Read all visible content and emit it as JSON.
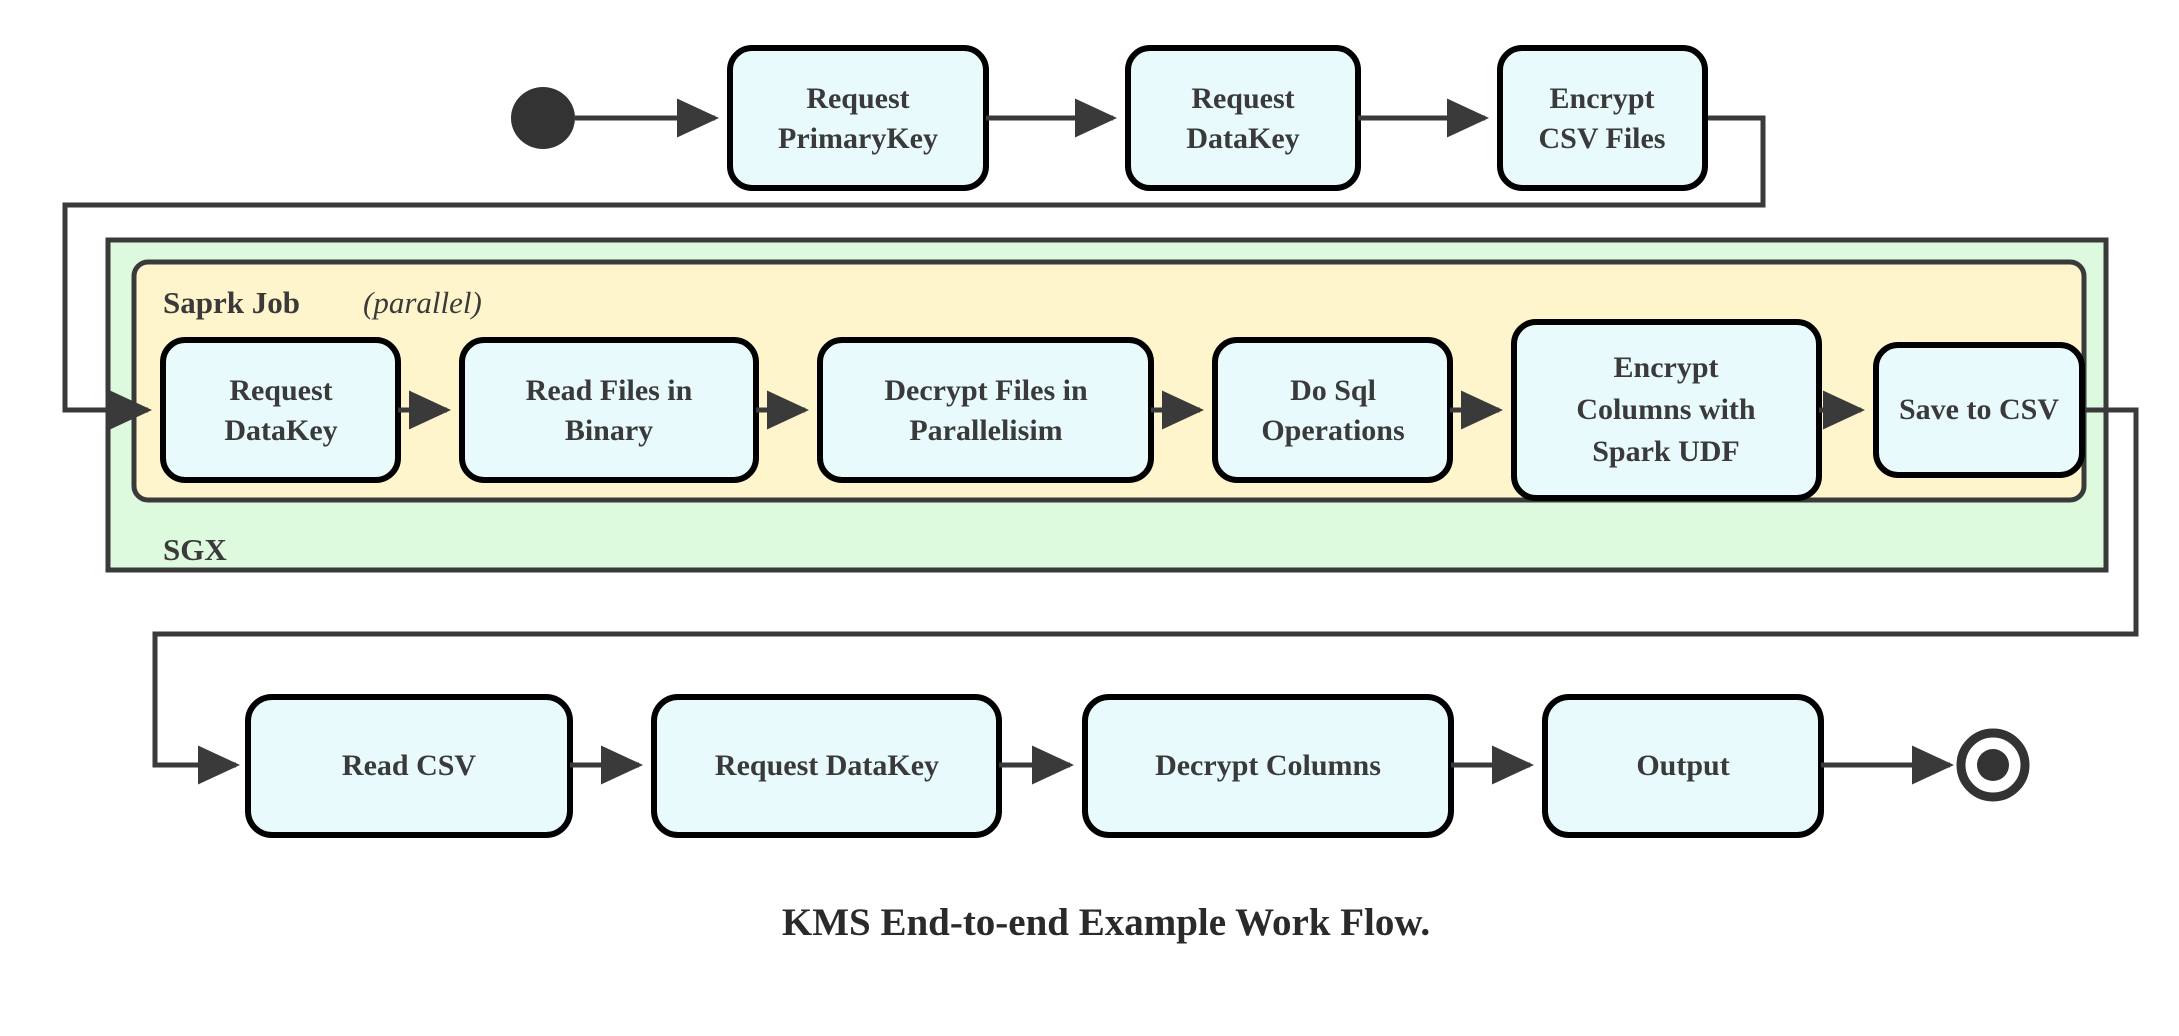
{
  "diagram": {
    "caption": "KMS End-to-end Example Work Flow.",
    "colors": {
      "node_fill": "#E8FAFC",
      "node_stroke": "#000000",
      "spark_group_fill": "#FFF5CC",
      "sgx_group_fill": "#DDFADE",
      "group_stroke": "#3a3a3a",
      "edge_stroke": "#3a3a3a",
      "text": "#3a3a3a",
      "start_node_fill": "#333333",
      "background": "#FFFFFF"
    },
    "groups": {
      "sgx": {
        "label": "SGX"
      },
      "spark": {
        "label_bold": "Saprk Job",
        "label_italic": "(parallel)"
      }
    },
    "nodes": {
      "start": {
        "name": "start-node",
        "kind": "initial-state"
      },
      "end": {
        "name": "end-node",
        "kind": "final-state"
      },
      "row_top": [
        {
          "id": "request-primarykey",
          "lines": [
            "Request",
            "PrimaryKey"
          ]
        },
        {
          "id": "request-datakey-top",
          "lines": [
            "Request",
            "DataKey"
          ]
        },
        {
          "id": "encrypt-csv-files",
          "lines": [
            "Encrypt",
            "CSV Files"
          ]
        }
      ],
      "row_spark": [
        {
          "id": "request-datakey-spark",
          "lines": [
            "Request",
            "DataKey"
          ]
        },
        {
          "id": "read-files-in-binary",
          "lines": [
            "Read Files in",
            "Binary"
          ]
        },
        {
          "id": "decrypt-files-in-parallelisim",
          "lines": [
            "Decrypt Files in",
            "Parallelisim"
          ]
        },
        {
          "id": "do-sql-operations",
          "lines": [
            "Do Sql",
            "Operations"
          ]
        },
        {
          "id": "encrypt-columns-with-spark-udf",
          "lines": [
            "Encrypt",
            "Columns with",
            "Spark UDF"
          ]
        },
        {
          "id": "save-to-csv",
          "lines": [
            "Save to CSV"
          ]
        }
      ],
      "row_bottom": [
        {
          "id": "read-csv",
          "lines": [
            "Read CSV"
          ]
        },
        {
          "id": "request-datakey-bottom",
          "lines": [
            "Request DataKey"
          ]
        },
        {
          "id": "decrypt-columns",
          "lines": [
            "Decrypt Columns"
          ]
        },
        {
          "id": "output",
          "lines": [
            "Output"
          ]
        }
      ]
    },
    "edges": [
      {
        "from": "start",
        "to": "request-primarykey"
      },
      {
        "from": "request-primarykey",
        "to": "request-datakey-top"
      },
      {
        "from": "request-datakey-top",
        "to": "encrypt-csv-files"
      },
      {
        "from": "encrypt-csv-files",
        "to": "request-datakey-spark"
      },
      {
        "from": "request-datakey-spark",
        "to": "read-files-in-binary"
      },
      {
        "from": "read-files-in-binary",
        "to": "decrypt-files-in-parallelisim"
      },
      {
        "from": "decrypt-files-in-parallelisim",
        "to": "do-sql-operations"
      },
      {
        "from": "do-sql-operations",
        "to": "encrypt-columns-with-spark-udf"
      },
      {
        "from": "encrypt-columns-with-spark-udf",
        "to": "save-to-csv"
      },
      {
        "from": "save-to-csv",
        "to": "read-csv"
      },
      {
        "from": "read-csv",
        "to": "request-datakey-bottom"
      },
      {
        "from": "request-datakey-bottom",
        "to": "decrypt-columns"
      },
      {
        "from": "decrypt-columns",
        "to": "output"
      },
      {
        "from": "output",
        "to": "end"
      }
    ]
  }
}
